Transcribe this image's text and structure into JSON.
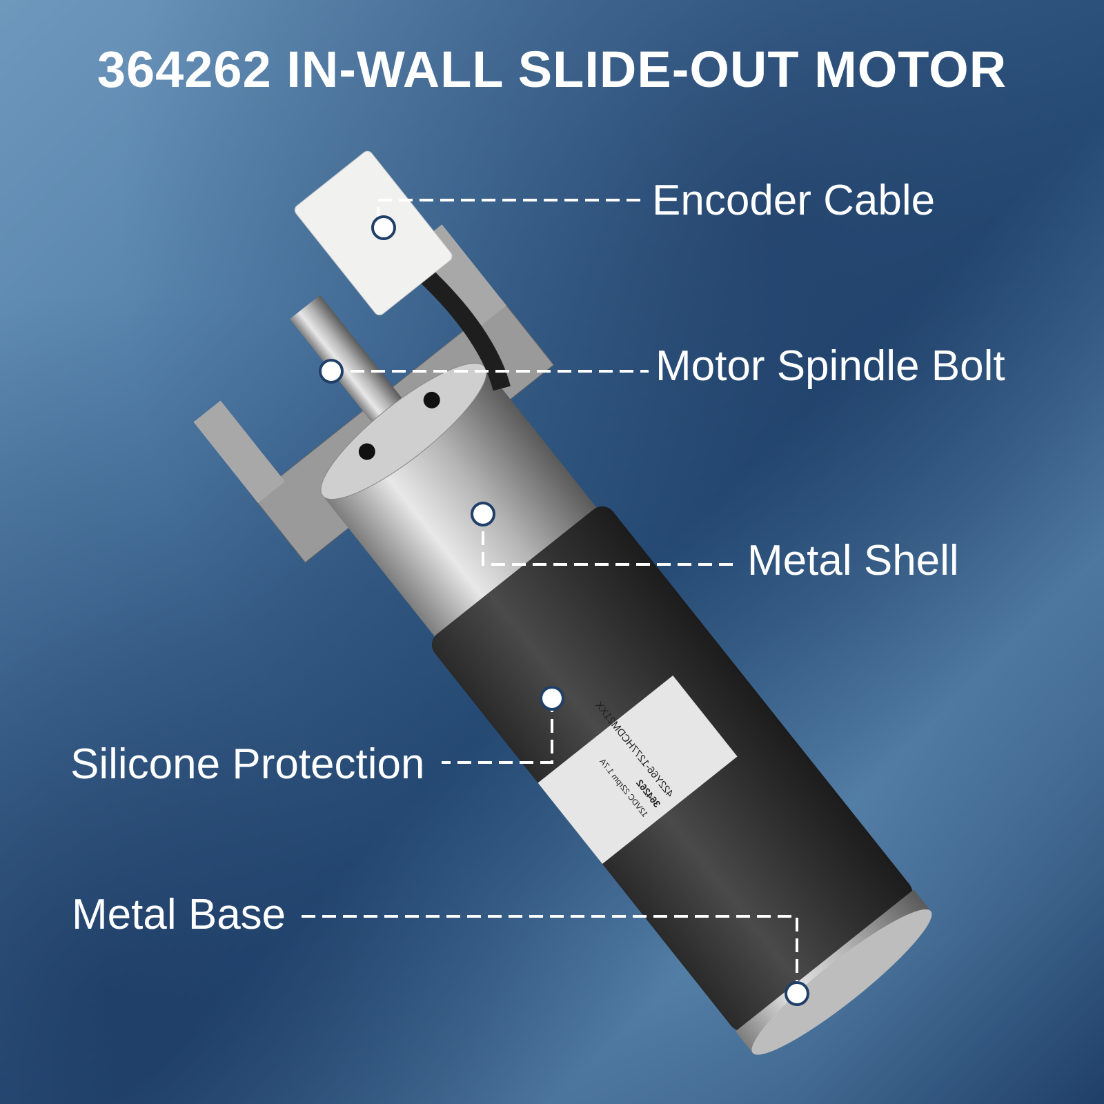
{
  "title": "364262 IN-WALL SLIDE-OUT MOTOR",
  "callouts": {
    "encoder_cable": "Encoder Cable",
    "motor_spindle_bolt": "Motor Spindle Bolt",
    "metal_shell": "Metal Shell",
    "silicone_protection": "Silicone Protection",
    "metal_base": "Metal Base"
  },
  "product_label": {
    "line1": "422Y66-1277HCDM21XX",
    "line2": "364262",
    "line3": "12VDC  22rpm  1.7A"
  }
}
